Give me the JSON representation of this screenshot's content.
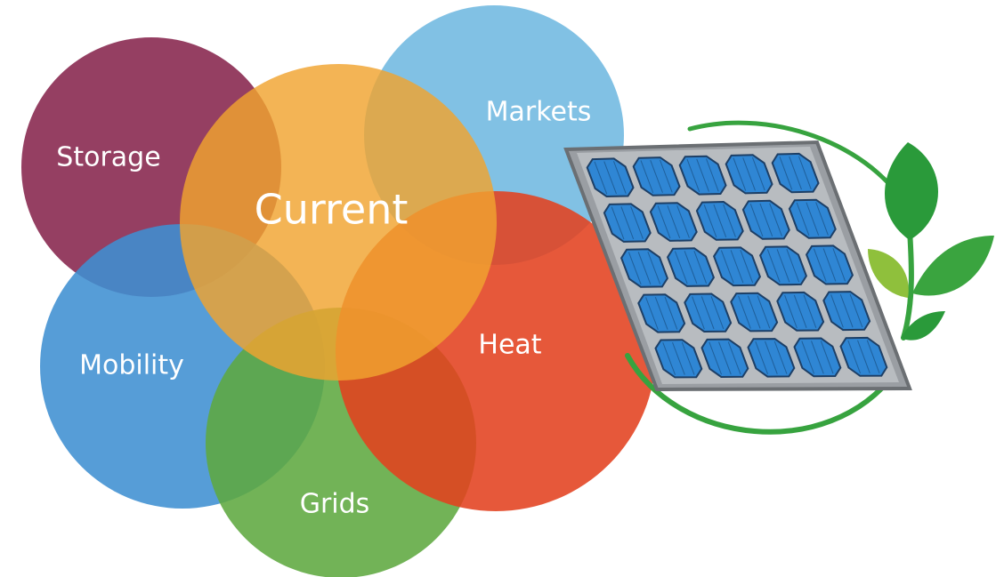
{
  "diagram": {
    "circles": [
      {
        "id": "storage",
        "label": "Storage",
        "color": "#8c2f55"
      },
      {
        "id": "markets",
        "label": "Markets",
        "color": "#6fb8e0"
      },
      {
        "id": "mobility",
        "label": "Mobility",
        "color": "#3f8fd2"
      },
      {
        "id": "grids",
        "label": "Grids",
        "color": "#5fa840"
      },
      {
        "id": "heat",
        "label": "Heat",
        "color": "#e2411f"
      },
      {
        "id": "current",
        "label": "Current",
        "color": "#f0a330"
      }
    ],
    "solar_panel": {
      "frame_color": "#9a9ea3",
      "cell_color": "#2f86d4",
      "rows": 5,
      "columns": 5
    },
    "leaf_colors": {
      "dark_green": "#2a9a3a",
      "light_green": "#8fc03c",
      "arc": "#37a33f"
    },
    "icons": [
      "solar-panel-icon",
      "leaf-icon"
    ]
  }
}
